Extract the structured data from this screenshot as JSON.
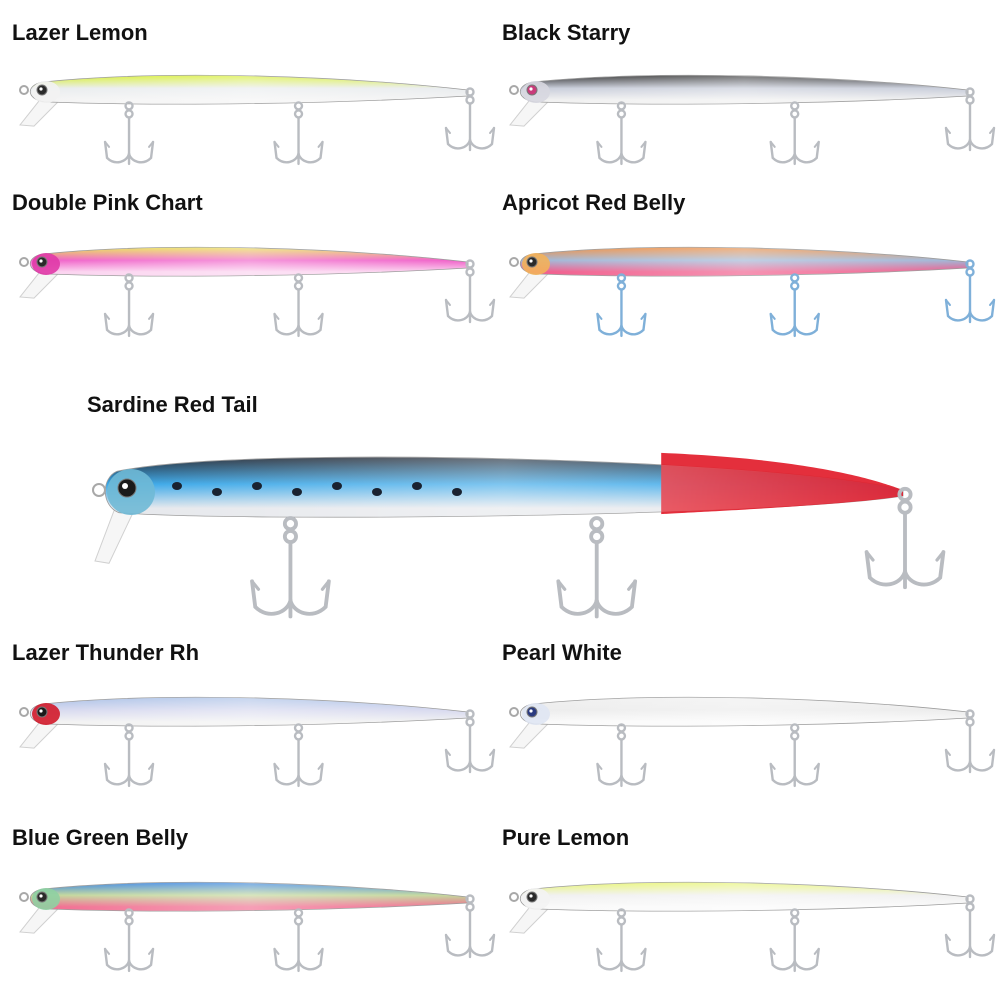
{
  "lures": [
    {
      "name": "Lazer Lemon",
      "top": "#d6ef2a",
      "mid": "#e9ecee",
      "belly": "#f4f4f4",
      "head": "#f2f2f2",
      "eye": "#2a2a2a",
      "hooks": "#b9bcc1"
    },
    {
      "name": "Black Starry",
      "top": "#2c2c2c",
      "mid": "#c7ccd9",
      "belly": "#f0f0f0",
      "head": "#d7d7e0",
      "eye": "#c93a7a",
      "hooks": "#b9bcc1"
    },
    {
      "name": "Double Pink Chart",
      "top": "#e8e24a",
      "mid": "#f05fc8",
      "belly": "#fbd2ef",
      "head": "#e03aa7",
      "eye": "#2a2a2a",
      "hooks": "#b9bcc1"
    },
    {
      "name": "Apricot Red Belly",
      "top": "#ef8a3a",
      "mid": "#9fb6d6",
      "belly": "#f05a8a",
      "head": "#f3b15a",
      "eye": "#2a2a2a",
      "hooks": "#7fb0d9"
    },
    {
      "name": "Sardine Red Tail",
      "top": "#1e2430",
      "mid": "#39a7e8",
      "belly": "#e6e8ec",
      "head": "#6fb9d6",
      "eye": "#1a1a1a",
      "hooks": "#b9bcc1",
      "tail": "#e21d2b"
    },
    {
      "name": "Lazer Thunder Rh",
      "top": "#a7bfe6",
      "mid": "#d7d9ef",
      "belly": "#f2f2f2",
      "head": "#d11a2a",
      "eye": "#1a1a1a",
      "hooks": "#b9bcc1"
    },
    {
      "name": "Pearl White",
      "top": "#f0f0f0",
      "mid": "#ececec",
      "belly": "#fafafa",
      "head": "#dfe6f3",
      "eye": "#2a3a80",
      "hooks": "#b9bcc1"
    },
    {
      "name": "Blue Green Belly",
      "top": "#2f7fe0",
      "mid": "#c2d79a",
      "belly": "#f16b8f",
      "head": "#8fd0a2",
      "eye": "#2a2a2a",
      "hooks": "#b9bcc1"
    },
    {
      "name": "Pure Lemon",
      "top": "#e7f56c",
      "mid": "#f0f0f0",
      "belly": "#fafafa",
      "head": "#f3f3f3",
      "eye": "#2a2a2a",
      "hooks": "#b9bcc1"
    }
  ]
}
